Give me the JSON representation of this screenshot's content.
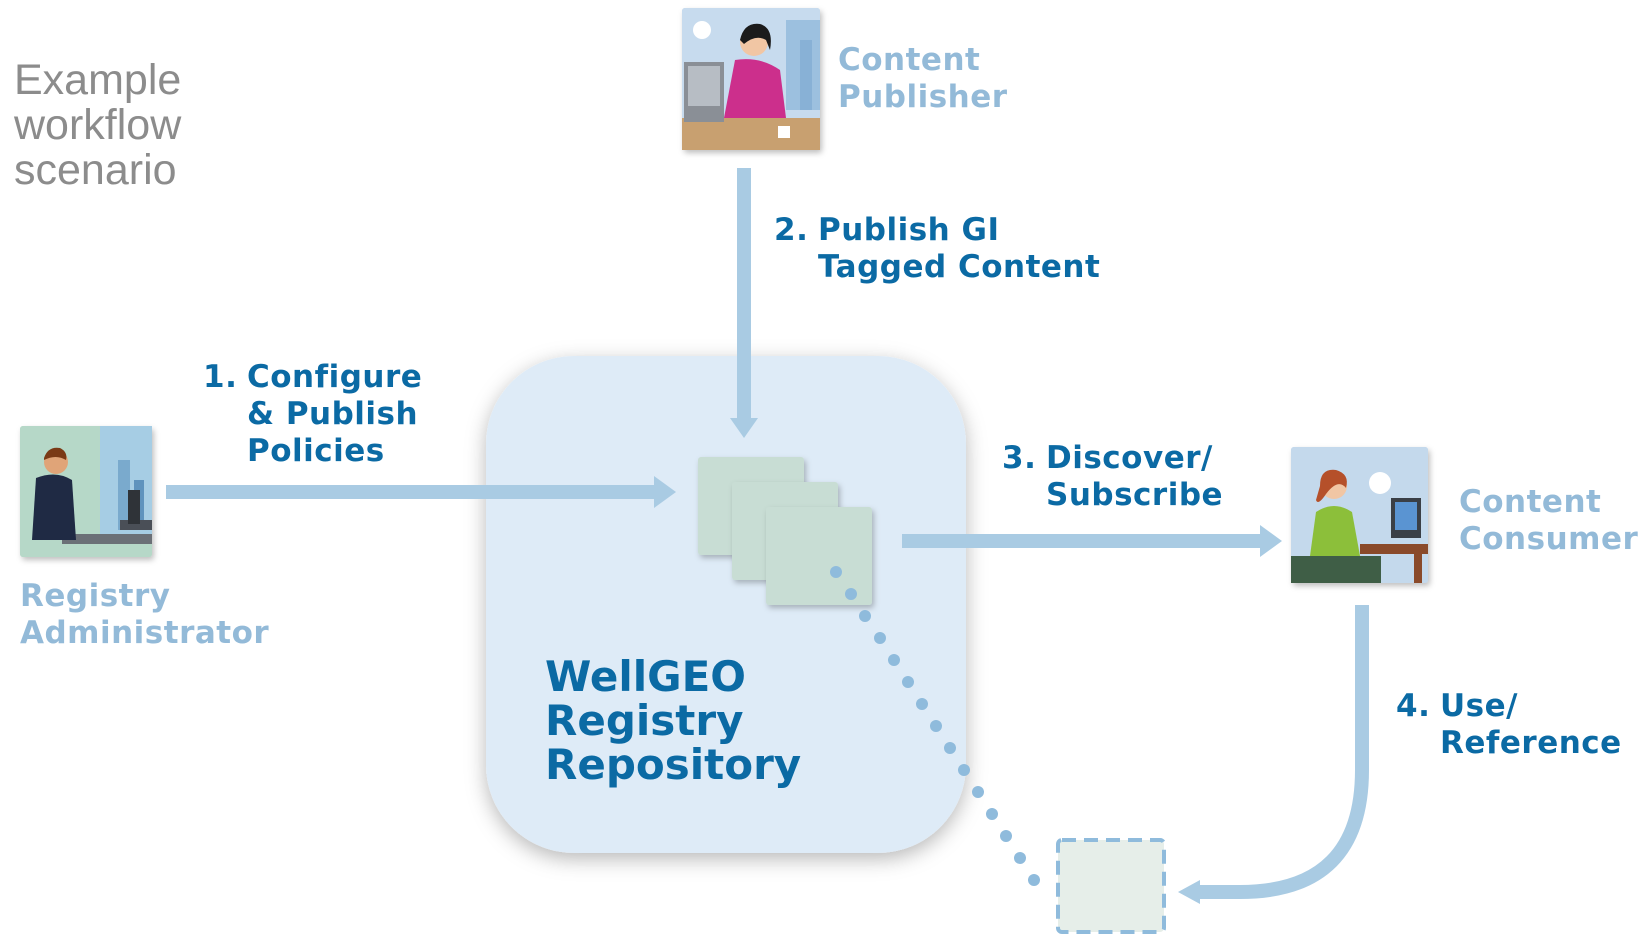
{
  "title": [
    "Example",
    "workflow",
    "scenario"
  ],
  "actors": {
    "publisher": {
      "lines": [
        "Content",
        "Publisher"
      ],
      "icon": "woman-at-computer-icon"
    },
    "administrator": {
      "lines": [
        "Registry",
        "Administrator"
      ],
      "icon": "man-at-computer-icon"
    },
    "consumer": {
      "lines": [
        "Content",
        "Consumer"
      ],
      "icon": "woman-on-phone-icon"
    }
  },
  "steps": {
    "configure": {
      "num": "1.",
      "lines": [
        "Configure",
        "& Publish",
        "Policies"
      ]
    },
    "publish": {
      "num": "2.",
      "lines": [
        "Publish GI",
        "Tagged Content"
      ]
    },
    "discover": {
      "num": "3.",
      "lines": [
        "Discover/",
        "Subscribe"
      ]
    },
    "use": {
      "num": "4.",
      "lines": [
        "Use/",
        "Reference"
      ]
    }
  },
  "repository": {
    "lines": [
      "WellGEO",
      "Registry",
      "Repository"
    ]
  },
  "colors": {
    "arrow": "#a9cbe3",
    "step_text": "#0b6aa4",
    "actor_text": "#93bad8",
    "title_text": "#8c8c8c",
    "repository_fill": "#deebf7",
    "document_fill": "#c8ddd4"
  }
}
